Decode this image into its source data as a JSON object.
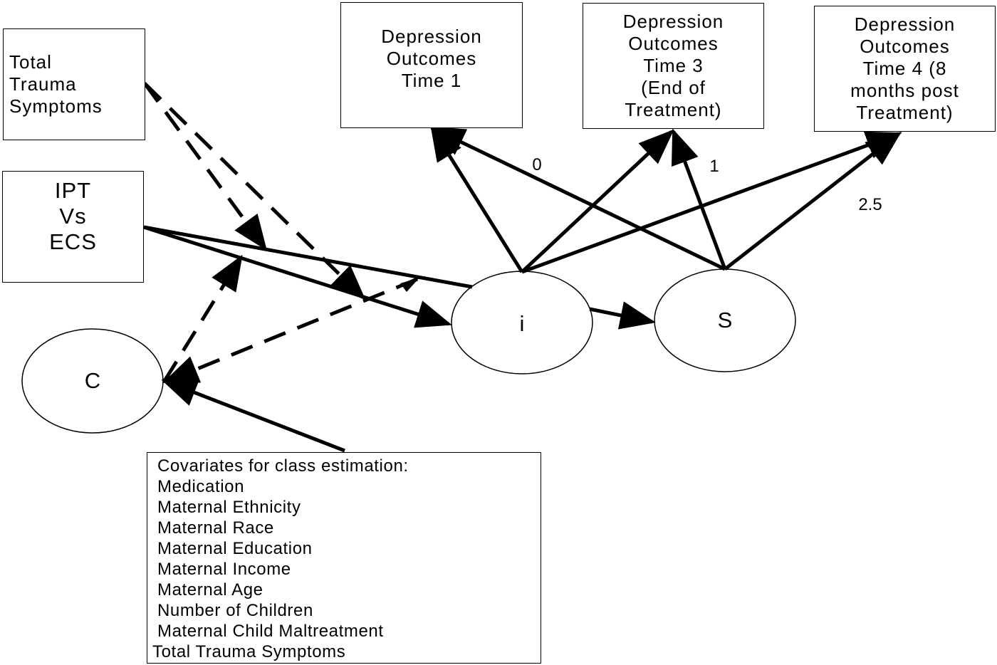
{
  "outcomes": [
    {
      "lines": [
        "Depression",
        "Outcomes",
        "Time 1"
      ]
    },
    {
      "lines": [
        "Depression",
        "Outcomes",
        "Time 3",
        "(End of",
        "Treatment)"
      ]
    },
    {
      "lines": [
        "Depression",
        "Outcomes",
        "Time 4 (8",
        "months post",
        "Treatment)"
      ]
    }
  ],
  "trauma_box": {
    "lines": [
      "Total",
      "Trauma",
      "Symptoms"
    ]
  },
  "treatment_box": {
    "lines": [
      "IPT",
      "Vs",
      "ECS"
    ]
  },
  "nodes": {
    "class": "C",
    "intercept": "i",
    "slope": "S"
  },
  "loadings": [
    "0",
    "1",
    "2.5"
  ],
  "covariates": {
    "title": "Covariates for class estimation:",
    "items": [
      "Medication",
      "Maternal Ethnicity",
      "Maternal Race",
      "Maternal Education",
      "Maternal Income",
      "Maternal Age",
      "Number of Children",
      "Maternal Child Maltreatment",
      "Total Trauma Symptoms"
    ]
  }
}
